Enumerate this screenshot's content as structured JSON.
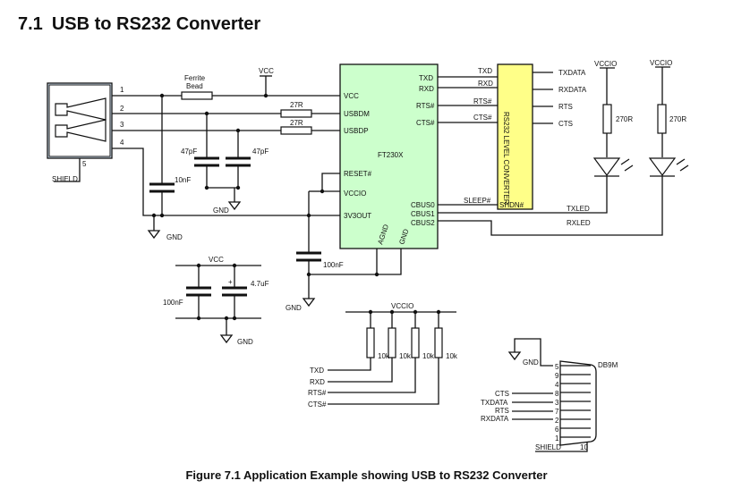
{
  "page": {
    "section_number": "7.1",
    "section_title": "USB to RS232 Converter",
    "caption": "Figure 7.1 Application Example showing USB to RS232 Converter"
  },
  "colors": {
    "ink": "#111111",
    "ic_fill": "#ccffcc",
    "converter_fill": "#ffff88",
    "usb_connector_fill": "#ddeeff"
  },
  "usb_connector": {
    "pins": [
      "1",
      "2",
      "3",
      "4",
      "5"
    ],
    "shield_label": "SHIELD"
  },
  "ferrite": {
    "label_line1": "Ferrite",
    "label_line2": "Bead"
  },
  "net_labels": {
    "vcc": "VCC",
    "vccio": "VCCIO",
    "gnd": "GND"
  },
  "resistors": {
    "series": "27R",
    "led": "270R",
    "pullup": "10k"
  },
  "capacitors": {
    "c47": "47pF",
    "c10n": "10nF",
    "c100n": "100nF",
    "c4u7": "4.7uF",
    "plus": "+"
  },
  "ic": {
    "name": "FT230X",
    "left_pins": [
      "VCC",
      "USBDM",
      "USBDP",
      "RESET#",
      "VCCIO",
      "3V3OUT"
    ],
    "right_pins": [
      "TXD",
      "RXD",
      "RTS#",
      "CTS#",
      "CBUS0",
      "CBUS1",
      "CBUS2"
    ],
    "bottom_pins": [
      "AGND",
      "GND"
    ]
  },
  "converter": {
    "label": "RS232 LEVEL CONVERTER",
    "inputs": [
      "TXD",
      "RXD",
      "RTS#",
      "CTS#",
      "SLEEP#"
    ],
    "shdn": "SHDN#",
    "outputs": [
      "TXDATA",
      "RXDATA",
      "RTS",
      "CTS"
    ]
  },
  "leds": [
    "TXLED",
    "RXLED"
  ],
  "pullup_signals": [
    "TXD",
    "RXD",
    "RTS#",
    "CTS#"
  ],
  "db9": {
    "label": "DB9M",
    "signals": [
      "CTS",
      "TXDATA",
      "RTS",
      "RXDATA"
    ],
    "pins": [
      "5",
      "9",
      "4",
      "8",
      "3",
      "7",
      "2",
      "6",
      "1"
    ],
    "shield_label": "SHIELD",
    "shield_pin": "10"
  }
}
